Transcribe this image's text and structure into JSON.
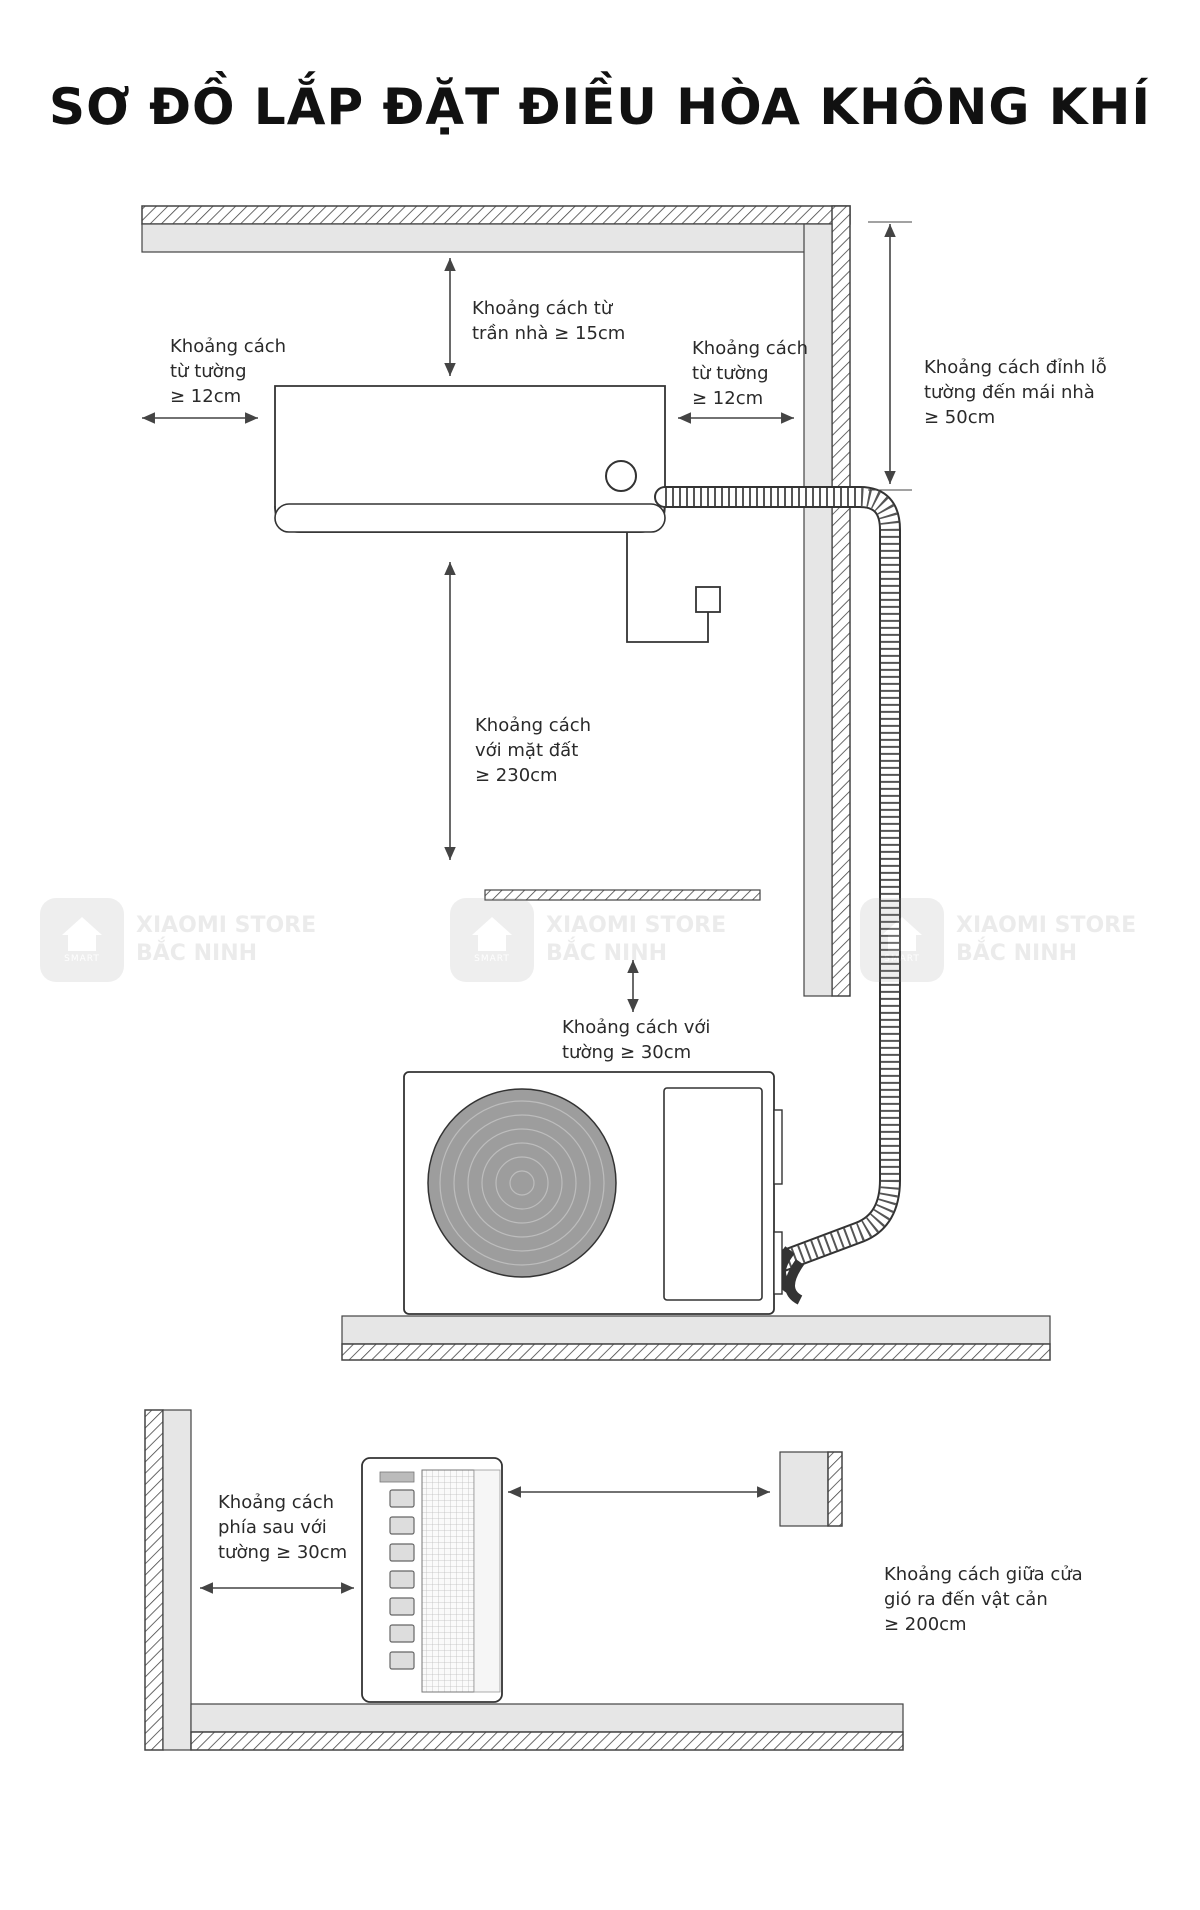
{
  "title": "SƠ ĐỒ LẮP ĐẶT ĐIỀU HÒA KHÔNG KHÍ",
  "labels": {
    "wall_left": [
      "Khoảng cách",
      "từ tường",
      "≥ 12cm"
    ],
    "ceiling": [
      "Khoảng cách từ",
      "trần nhà ≥ 15cm"
    ],
    "wall_right": [
      "Khoảng cách",
      "từ tường",
      "≥ 12cm"
    ],
    "hole_roof": [
      "Khoảng cách đỉnh lỗ",
      "tường đến mái nhà",
      "≥ 50cm"
    ],
    "ground": [
      "Khoảng cách",
      "với mặt đất",
      "≥ 230cm"
    ],
    "outdoor_wall": [
      "Khoảng cách với",
      "tường ≥ 30cm"
    ],
    "rear_wall": [
      "Khoảng cách",
      "phía sau với",
      "tường ≥ 30cm"
    ],
    "outlet_obstacle": [
      "Khoảng cách giữa cửa",
      "gió ra đến vật cản",
      "≥ 200cm"
    ]
  },
  "watermark": {
    "badge_text": "SMART",
    "line1": "XIAOMI STORE",
    "line2": "BẮC NINH"
  },
  "colors": {
    "line": "#333333",
    "wall_fill": "#e6e6e6",
    "fan": "#9d9d9d"
  }
}
